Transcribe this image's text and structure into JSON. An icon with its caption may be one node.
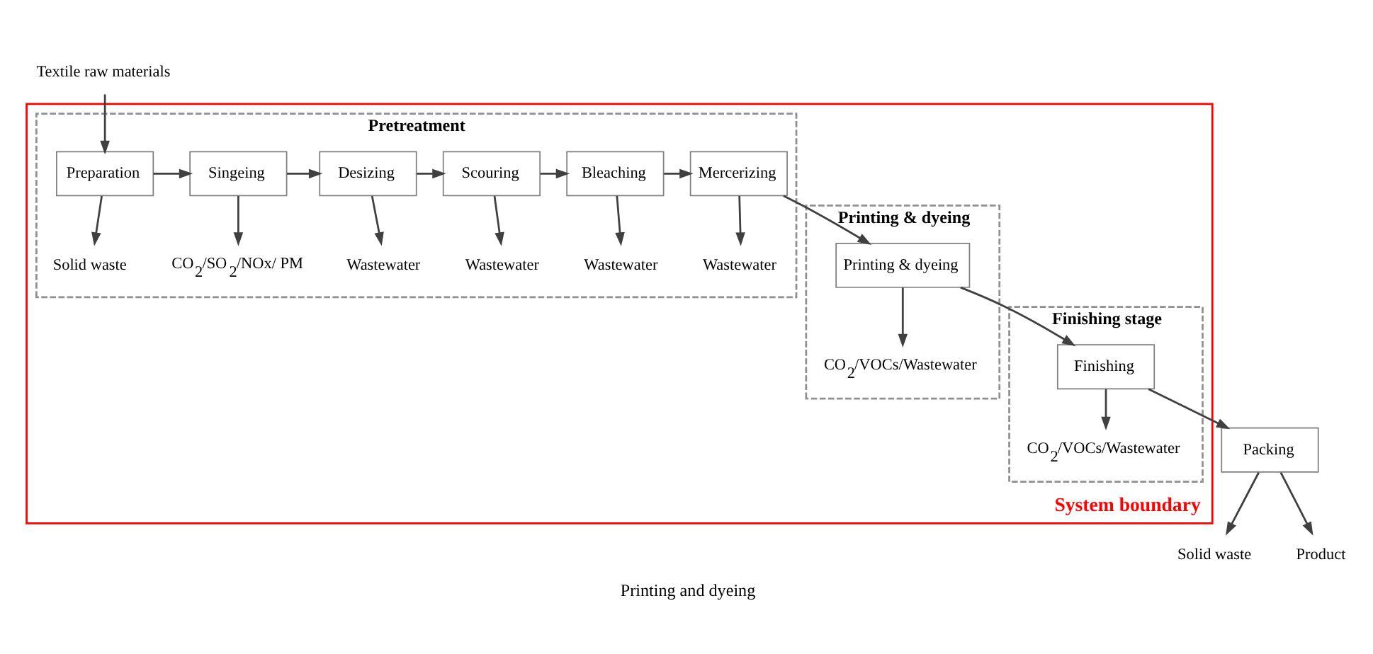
{
  "diagram": {
    "caption": "Printing and dyeing",
    "nodes": [
      {
        "text": [
          "System boundary"
        ]
      },
      {
        "text": [
          "Pretreatment"
        ],
        "in": 0
      },
      {
        "text": [
          "Preparation"
        ],
        "in": 1
      },
      {
        "text": [
          "Singeing"
        ],
        "in": 1
      },
      {
        "text": [
          "Desizing"
        ],
        "in": 1
      },
      {
        "text": [
          "Scouring"
        ],
        "in": 1
      },
      {
        "text": [
          "Bleaching"
        ],
        "in": 1
      },
      {
        "text": [
          "Mercerizing"
        ],
        "in": 1
      },
      {
        "text": [
          "Solid waste"
        ],
        "in": 1
      },
      {
        "text": [
          "CO$_{2}$/SO$_{2}$/NOx/ PM"
        ],
        "in": 1
      },
      {
        "text": [
          "Wastewater"
        ],
        "in": 1
      },
      {
        "text": [
          "Wastewater"
        ],
        "in": 1
      },
      {
        "text": [
          "Wastewater"
        ],
        "in": 1
      },
      {
        "text": [
          "Wastewater"
        ],
        "in": 1
      },
      {
        "text": [
          "Textile raw materials"
        ]
      },
      {
        "text": [
          "Finishing stage"
        ],
        "in": 0
      },
      {
        "text": [
          "Finishing"
        ],
        "in": 15
      },
      {
        "text": [
          "CO$_{2}$/VOCs/Wastewater"
        ],
        "in": 15
      },
      {
        "text": [
          "Printing & dyeing"
        ],
        "in": 0
      },
      {
        "text": [
          "Printing & dyeing"
        ],
        "in": 18
      },
      {
        "text": [
          "CO$_{2}$/VOCs/Wastewater"
        ],
        "in": 18
      },
      {
        "text": [
          "Packing"
        ]
      },
      {
        "text": [
          "Solid waste"
        ]
      },
      {
        "text": [
          "Product"
        ]
      }
    ],
    "edges": [
      {
        "from": 14,
        "to": 2,
        "arrow": "to"
      },
      {
        "from": 2,
        "to": 3,
        "arrow": "to"
      },
      {
        "from": 3,
        "to": 4,
        "arrow": "to"
      },
      {
        "from": 4,
        "to": 5,
        "arrow": "to"
      },
      {
        "from": 5,
        "to": 6,
        "arrow": "to"
      },
      {
        "from": 6,
        "to": 7,
        "arrow": "to"
      },
      {
        "from": 2,
        "to": 8,
        "arrow": "to"
      },
      {
        "from": 3,
        "to": 9,
        "arrow": "to"
      },
      {
        "from": 4,
        "to": 10,
        "arrow": "to"
      },
      {
        "from": 5,
        "to": 11,
        "arrow": "to"
      },
      {
        "from": 6,
        "to": 12,
        "arrow": "to"
      },
      {
        "from": 7,
        "to": 13,
        "arrow": "to"
      },
      {
        "from": 7,
        "to": 19,
        "arrow": "to"
      },
      {
        "from": 19,
        "to": 16,
        "arrow": "to"
      },
      {
        "from": 16,
        "to": 21,
        "arrow": "to"
      },
      {
        "from": 21,
        "to": 23,
        "arrow": "to"
      },
      {
        "from": 19,
        "to": 20,
        "arrow": "to"
      },
      {
        "from": 16,
        "to": 17,
        "arrow": "to"
      },
      {
        "from": 21,
        "to": 22,
        "arrow": "to"
      }
    ]
  }
}
